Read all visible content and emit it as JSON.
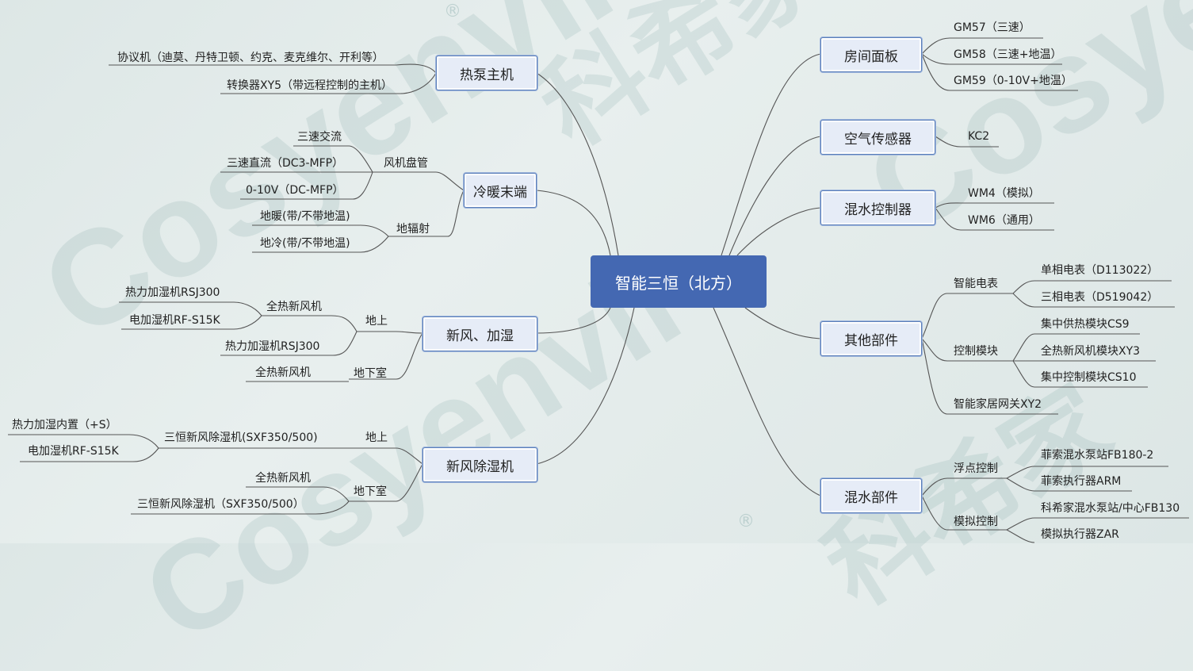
{
  "watermark": {
    "brand": "Cosyenvir",
    "cn": "科希家",
    "reg": "®"
  },
  "center": "智能三恒（北方）",
  "left": {
    "heatpump": {
      "title": "热泵主机",
      "items": [
        "协议机（迪莫、丹特卫顿、约克、麦克维尔、开利等）",
        "转换器XY5（带远程控制的主机）"
      ]
    },
    "terminal": {
      "title": "冷暖末端",
      "fancoil": {
        "label": "风机盘管",
        "items": [
          "三速交流",
          "三速直流（DC3-MFP）",
          "0-10V（DC-MFP）"
        ]
      },
      "floor": {
        "label": "地辐射",
        "items": [
          "地暖(带/不带地温)",
          "地冷(带/不带地温)"
        ]
      }
    },
    "fresh": {
      "title": "新风、加湿",
      "ground": {
        "label": "地上",
        "sub": {
          "label": "全热新风机",
          "items": [
            "热力加湿机RSJ300",
            "电加湿机RF-S15K"
          ]
        },
        "item": "热力加湿机RSJ300"
      },
      "basement": {
        "label": "地下室",
        "item": "全热新风机"
      }
    },
    "dehum": {
      "title": "新风除湿机",
      "ground": {
        "label": "地上",
        "sub": {
          "label": "三恒新风除湿机(SXF350/500)",
          "items": [
            "热力加湿内置（+S）",
            "电加湿机RF-S15K"
          ]
        }
      },
      "basement": {
        "label": "地下室",
        "items": [
          "全热新风机",
          "三恒新风除湿机（SXF350/500）"
        ]
      }
    }
  },
  "right": {
    "panel": {
      "title": "房间面板",
      "items": [
        "GM57（三速）",
        "GM58（三速+地温）",
        "GM59（0-10V+地温）"
      ]
    },
    "air": {
      "title": "空气传感器",
      "items": [
        "KC2"
      ]
    },
    "mix": {
      "title": "混水控制器",
      "items": [
        "WM4（模拟）",
        "WM6（通用）"
      ]
    },
    "other": {
      "title": "其他部件",
      "meter": {
        "label": "智能电表",
        "items": [
          "单相电表（D113022）",
          "三相电表（D519042）"
        ]
      },
      "module": {
        "label": "控制模块",
        "items": [
          "集中供热模块CS9",
          "全热新风机模块XY3",
          "集中控制模块CS10"
        ]
      },
      "gateway": "智能家居网关XY2"
    },
    "water": {
      "title": "混水部件",
      "float": {
        "label": "浮点控制",
        "items": [
          "菲索混水泵站FB180-2",
          "菲索执行器ARM"
        ]
      },
      "analog": {
        "label": "模拟控制",
        "items": [
          "科希家混水泵站/中心FB130",
          "模拟执行器ZAR"
        ]
      }
    }
  }
}
